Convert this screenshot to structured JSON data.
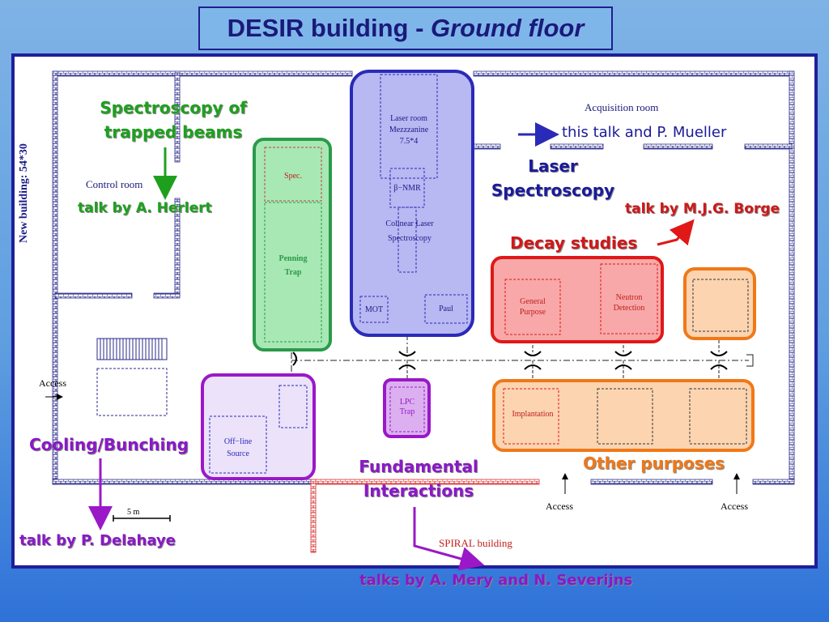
{
  "title": {
    "main": "DESIR building - ",
    "italic": "Ground floor"
  },
  "plan": {
    "new_building_label": "New building: 54*30",
    "control_room": "Control room",
    "acquisition_room": "Acquisition room",
    "laser_room": {
      "line1": "Laser room",
      "line2": "Mezzzanine",
      "line3": "7.5*4"
    },
    "beta_nmr": "β−NMR",
    "colinear_laser": {
      "line1": "Colinear Laser",
      "line2": "Spectroscopy"
    },
    "mot": "MOT",
    "paul": "Paul",
    "spec": "Spec.",
    "penning_trap": {
      "line1": "Penning",
      "line2": "Trap"
    },
    "general_purpose": {
      "line1": "General",
      "line2": "Purpose"
    },
    "neutron_detection": {
      "line1": "Neutron",
      "line2": "Detection"
    },
    "implantation": "Implantation",
    "lpc_trap": {
      "line1": "LPC",
      "line2": "Trap"
    },
    "offline_source": {
      "line1": "Off−line",
      "line2": "Source"
    },
    "access_left": "Access",
    "access_bottom_1": "Access",
    "access_bottom_2": "Access",
    "scale": "5 m",
    "spiral_building": "SPIRAL building"
  },
  "annotations": {
    "spectroscopy_trapped": {
      "line1": "Spectroscopy of",
      "line2": "trapped beams"
    },
    "talk_herlert": "talk by A. Herlert",
    "this_talk": "this talk and P. Mueller",
    "laser_spectroscopy": {
      "line1": "Laser",
      "line2": "Spectroscopy"
    },
    "talk_borge": "talk by M.J.G. Borge",
    "decay_studies": "Decay studies",
    "cooling_bunching": "Cooling/Bunching",
    "talk_delahaye": "talk by P. Delahaye",
    "fundamental_interactions": {
      "line1": "Fundamental",
      "line2": "Interactions"
    },
    "other_purposes": "Other purposes",
    "talks_mery": "talks by A. Mery and N. Severijns"
  },
  "colors": {
    "green": "#1ea01e",
    "blue_region": "#2a2ab8",
    "red_region": "#e01818",
    "orange_region": "#f07818",
    "purple": "#9a18c8"
  }
}
